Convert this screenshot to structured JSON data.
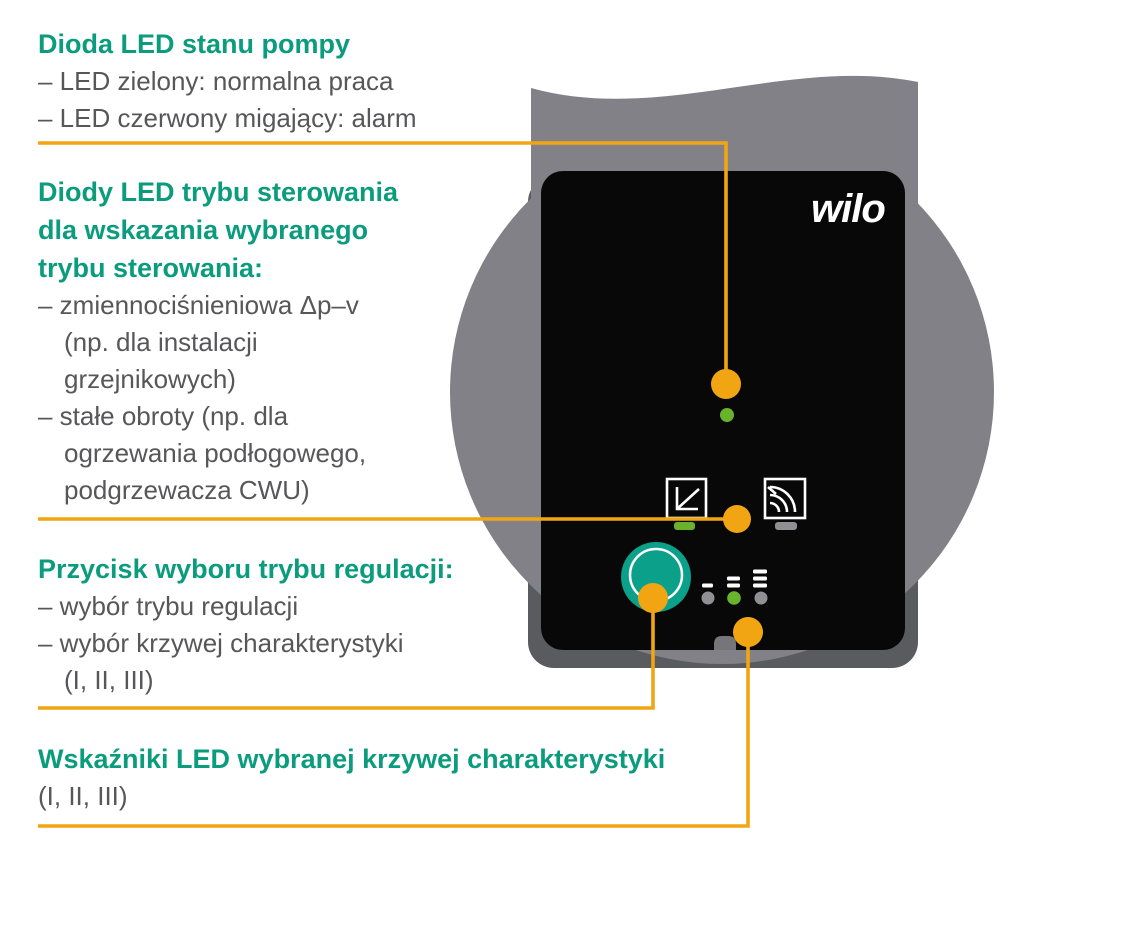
{
  "palette": {
    "accent_green": "#0b9c7e",
    "body_text_gray": "#57575a",
    "callout_orange": "#f2a512",
    "pump_gray": "#818187",
    "pump_dark_gray": "#5a5b5f",
    "panel_black": "#080808",
    "led_green": "#68b32b",
    "led_off_gray": "#909094",
    "button_teal": "#0aa089"
  },
  "annotations": {
    "sections": [
      {
        "title_lines": [
          "Dioda LED stanu pompy"
        ],
        "items": [
          {
            "text": "– LED zielony: normalna praca"
          },
          {
            "text": "– LED czerwony migający: alarm"
          }
        ]
      },
      {
        "title_lines": [
          "Diody LED trybu sterowania",
          "dla wskazania wybranego",
          "trybu sterowania:"
        ],
        "items": [
          {
            "text": "– zmiennociśnieniowa Δp–v"
          },
          {
            "text": "(np. dla instalacji",
            "indent": true
          },
          {
            "text": "grzejnikowych)",
            "indent": true
          },
          {
            "text": "– stałe obroty (np. dla"
          },
          {
            "text": "ogrzewania podłogowego,",
            "indent": true
          },
          {
            "text": "podgrzewacza CWU)",
            "indent": true
          }
        ]
      },
      {
        "title_lines": [
          "Przycisk wyboru trybu regulacji:"
        ],
        "items": [
          {
            "text": "– wybór trybu regulacji"
          },
          {
            "text": "– wybór krzywej charakterystyki"
          },
          {
            "text": "(I, II, III)",
            "indent": true
          }
        ]
      },
      {
        "title_lines": [
          "Wskaźniki LED wybranej krzywej charakterystyki"
        ],
        "items": [
          {
            "text": "(I, II, III)"
          }
        ]
      }
    ]
  },
  "panel": {
    "logo": "wilo",
    "status_led": {
      "color": "green",
      "meaning": "normalna praca"
    },
    "mode_icons": [
      {
        "name": "dp-v-variable-pressure",
        "led": "on-green"
      },
      {
        "name": "constant-speed",
        "led": "off-gray"
      }
    ],
    "curve_indicators": [
      {
        "label": "I",
        "state": "off"
      },
      {
        "label": "II",
        "state": "on-green"
      },
      {
        "label": "III",
        "state": "off"
      }
    ]
  }
}
